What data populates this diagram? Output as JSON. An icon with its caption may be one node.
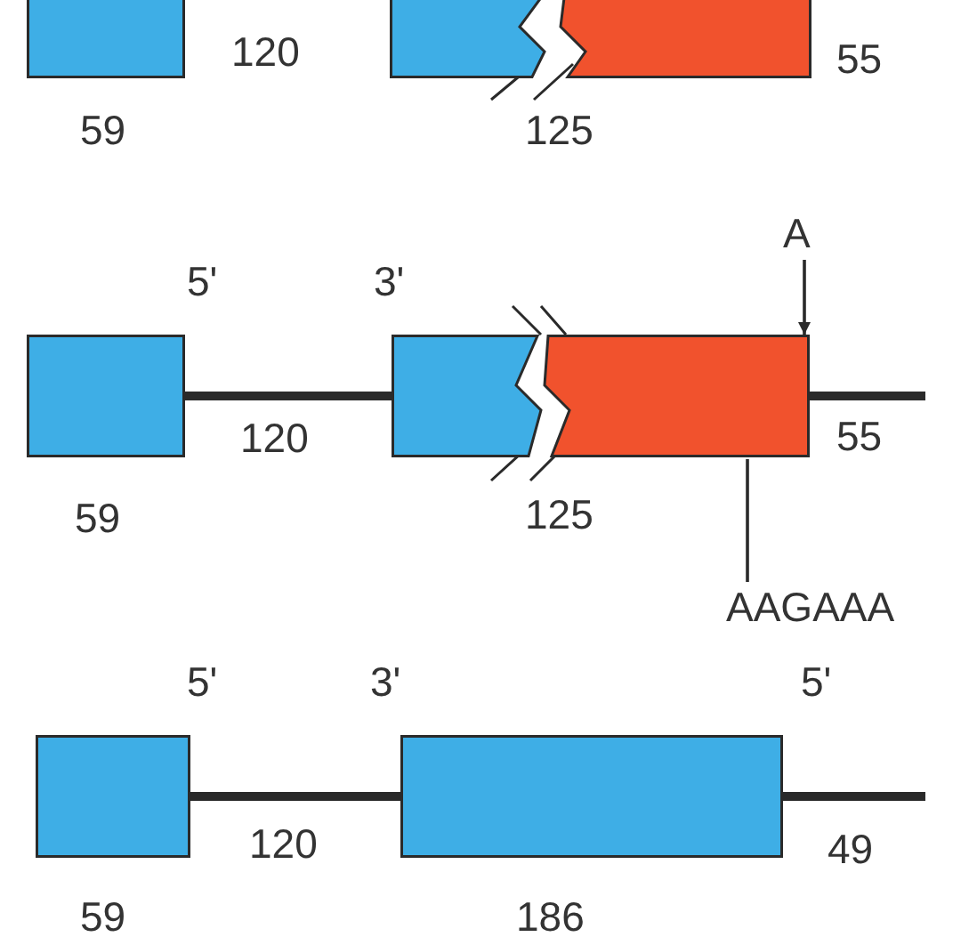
{
  "diagram": {
    "nodes": [
      {
        "text": [],
        "shape": "box"
      },
      {
        "text": [],
        "shape": "box"
      },
      {
        "text": [],
        "shape": "box"
      },
      {
        "text": [
          "A"
        ]
      },
      {
        "text": [],
        "shape": "box"
      },
      {
        "text": [],
        "shape": "box"
      },
      {
        "text": [],
        "shape": "box"
      },
      {
        "text": [
          "AAGAAA"
        ]
      },
      {
        "text": [],
        "shape": "box"
      },
      {
        "text": [],
        "shape": "box"
      }
    ],
    "edges": [
      {
        "from": 3,
        "to": 6,
        "arrow": "to"
      },
      {
        "from": 7,
        "to": 6,
        "arrow": "none"
      },
      {
        "from": 4,
        "to": 5,
        "arrow": "none"
      },
      {
        "from": 6,
        "to": null,
        "arrow": "none"
      },
      {
        "from": 8,
        "to": 9,
        "arrow": "none"
      },
      {
        "from": 9,
        "to": null,
        "arrow": "none"
      }
    ],
    "labels": [
      "120",
      "55",
      "59",
      "125",
      "5'",
      "3'",
      "120",
      "55",
      "59",
      "125",
      "5'",
      "3'",
      "5'",
      "120",
      "49",
      "59",
      "186"
    ]
  }
}
